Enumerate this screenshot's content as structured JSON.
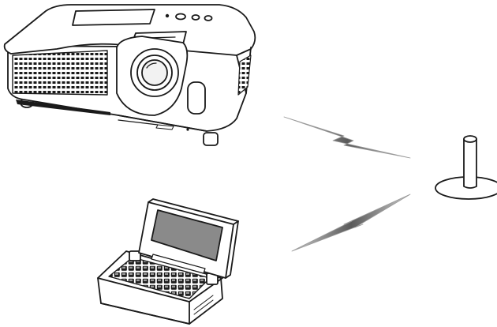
{
  "diagram": {
    "nodes": [
      {
        "id": "projector",
        "icon": "projector-icon"
      },
      {
        "id": "laptop",
        "icon": "laptop-icon"
      },
      {
        "id": "access-point",
        "icon": "antenna-icon"
      }
    ],
    "links": [
      {
        "from": "projector",
        "to": "access-point",
        "style": "wireless",
        "icon": "wireless-signal-icon"
      },
      {
        "from": "laptop",
        "to": "access-point",
        "style": "wireless",
        "icon": "wireless-signal-icon"
      }
    ],
    "colors": {
      "line": "#1a1a1a",
      "body": "#ffffff",
      "shadow": "#d9d9d9",
      "screen": "#8a8a8a",
      "lens": "#f2f2f2",
      "bolt": "#a0a0a0"
    }
  }
}
